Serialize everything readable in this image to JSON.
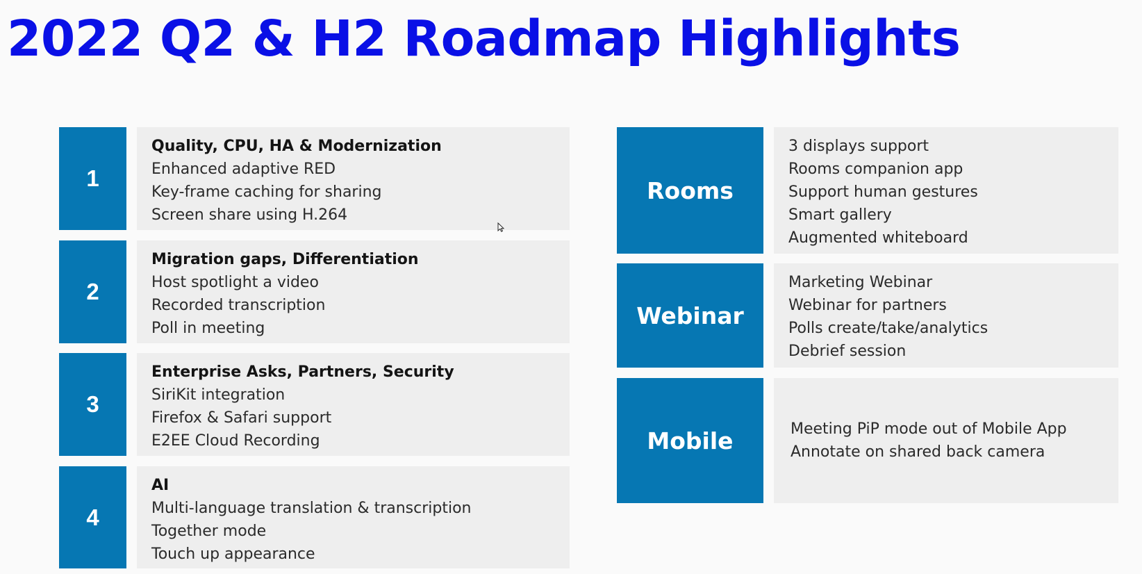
{
  "title": "2022 Q2 & H2 Roadmap Highlights",
  "colors": {
    "title": "#0a10e6",
    "accent_box": "#0677b3",
    "panel_bg": "#eeeeee",
    "page_bg": "#fafafa"
  },
  "themes": [
    {
      "number": "1",
      "heading": "Quality, CPU, HA & Modernization",
      "items": [
        "Enhanced adaptive RED",
        "Key-frame caching for sharing",
        "Screen share using H.264"
      ]
    },
    {
      "number": "2",
      "heading": "Migration gaps, Differentiation",
      "items": [
        "Host spotlight a video",
        "Recorded transcription",
        "Poll in meeting"
      ]
    },
    {
      "number": "3",
      "heading": "Enterprise Asks, Partners, Security",
      "items": [
        "SiriKit integration",
        "Firefox & Safari support",
        "E2EE Cloud Recording"
      ]
    },
    {
      "number": "4",
      "heading": "AI",
      "items": [
        "Multi-language translation & transcription",
        "Together mode",
        "Touch up appearance"
      ]
    }
  ],
  "products": [
    {
      "name": "Rooms",
      "items": [
        "3 displays support",
        "Rooms companion app",
        "Support human gestures",
        "Smart gallery",
        "Augmented whiteboard"
      ]
    },
    {
      "name": "Webinar",
      "items": [
        "Marketing Webinar",
        "Webinar for partners",
        "Polls create/take/analytics",
        "Debrief session"
      ]
    },
    {
      "name": "Mobile",
      "items": [
        "Meeting PiP mode out of Mobile App",
        "Annotate on shared back camera"
      ]
    }
  ],
  "icons": {
    "cursor": "mouse-pointer-icon"
  }
}
